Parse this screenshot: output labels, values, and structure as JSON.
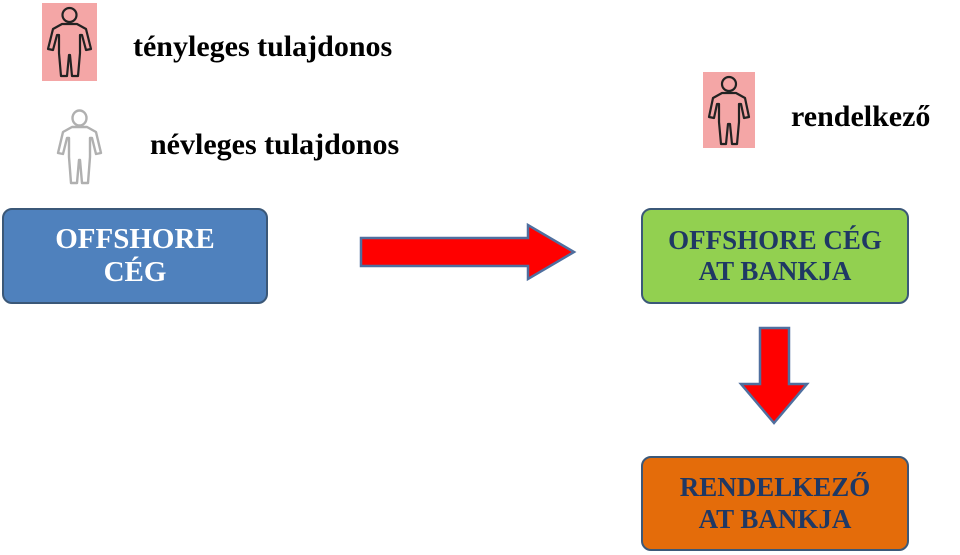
{
  "legend": {
    "actual_owner_label": "tényleges tulajdonos",
    "nominal_owner_label": "névleges tulajdonos",
    "authorized_label": "rendelkező"
  },
  "boxes": {
    "offshore_company": {
      "line1": "OFFSHORE",
      "line2": "CÉG"
    },
    "offshore_bank": {
      "line1": "OFFSHORE CÉG",
      "line2": "AT BANKJA"
    },
    "authorized_bank": {
      "line1": "RENDELKEZŐ",
      "line2": "AT BANKJA"
    }
  },
  "colors": {
    "offshore_company_fill": "#4f81bd",
    "offshore_company_text": "#ffffff",
    "offshore_bank_fill": "#92d050",
    "offshore_bank_text": "#1f3864",
    "authorized_bank_fill": "#e46c0a",
    "authorized_bank_text": "#1f3864",
    "arrow_fill": "#ff0000",
    "arrow_stroke": "#4f6f9f",
    "person_bg": "#f4a6a6",
    "person_stroke": "#222222",
    "nominal_person_stroke": "#b0b0b0"
  },
  "icons": [
    "person-icon-actual-owner",
    "person-icon-nominal-owner",
    "person-icon-authorized"
  ]
}
